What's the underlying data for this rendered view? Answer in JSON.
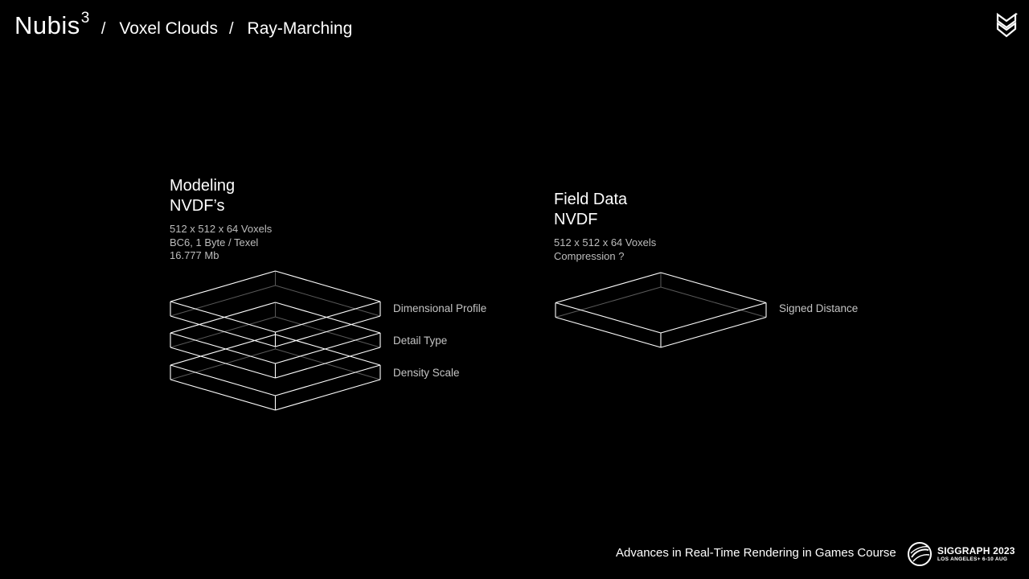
{
  "header": {
    "title": "Nubis",
    "title_superscript": "3",
    "separator": "/",
    "breadcrumb": [
      "Voxel Clouds",
      "Ray-Marching"
    ]
  },
  "left_panel": {
    "heading_lines": [
      "Modeling",
      "NVDF’s"
    ],
    "meta_lines": [
      "512 x 512 x 64 Voxels",
      "BC6, 1 Byte / Texel",
      "16.777 Mb"
    ],
    "layer_labels": [
      "Dimensional Profile",
      "Detail Type",
      "Density Scale"
    ]
  },
  "right_panel": {
    "heading_lines": [
      "Field Data",
      "NVDF"
    ],
    "meta_lines": [
      "512 x 512 x 64 Voxels",
      "Compression ?"
    ],
    "layer_labels": [
      "Signed Distance"
    ]
  },
  "footer": {
    "course": "Advances in Real-Time Rendering in Games Course",
    "siggraph_title": "SIGGRAPH 2023",
    "siggraph_subtitle": "LOS ANGELES+ 6-10 AUG"
  },
  "icons": {
    "top_right_logo": "chevron-shield-logo-icon",
    "footer_logo": "siggraph-logo-icon"
  }
}
